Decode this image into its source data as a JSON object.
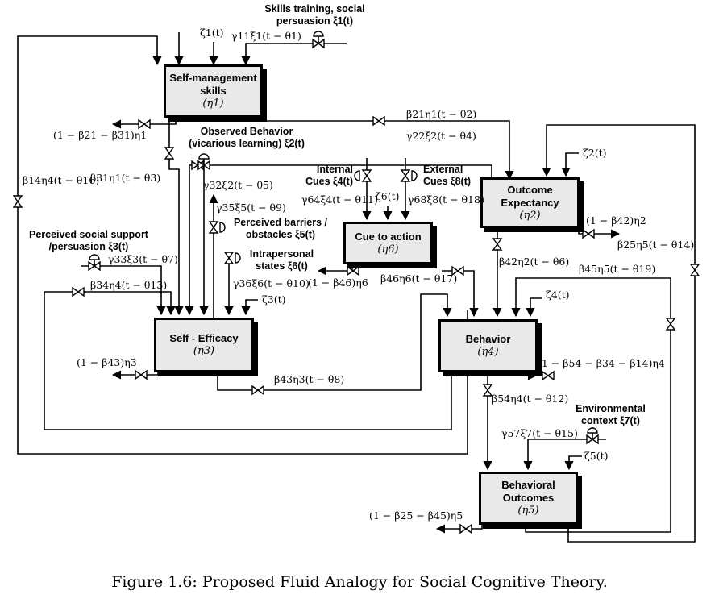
{
  "boxes": {
    "self_management": {
      "title": "Self-management skills",
      "sym": "(η1)"
    },
    "outcome_expectancy": {
      "title": "Outcome Expectancy",
      "sym": "(η2)"
    },
    "self_efficacy": {
      "title": "Self - Efficacy",
      "sym": "(η3)"
    },
    "behavior": {
      "title": "Behavior",
      "sym": "(η4)"
    },
    "behavioral_outcomes": {
      "title": "Behavioral Outcomes",
      "sym": "(η5)"
    },
    "cue_to_action": {
      "title": "Cue to action",
      "sym": "(η6)"
    }
  },
  "inputs": {
    "skills_training": "Skills training, social persuasion ξ1(t)",
    "observed_behavior": "Observed Behavior (vicarious learning) ξ2(t)",
    "internal_cues": "Internal Cues ξ4(t)",
    "external_cues": "External Cues ξ8(t)",
    "perceived_support": "Perceived social support /persuasion ξ3(t)",
    "perceived_barriers": "Perceived barriers / obstacles ξ5(t)",
    "intrapersonal_states": "Intrapersonal states ξ6(t)",
    "environmental_context": "Environmental context ξ7(t)"
  },
  "labels": {
    "zeta1": "ζ1(t)",
    "zeta2": "ζ2(t)",
    "zeta3": "ζ3(t)",
    "zeta4": "ζ4(t)",
    "zeta5": "ζ5(t)",
    "zeta6": "ζ6(t)",
    "g11": "γ11ξ1(t − θ1)",
    "out1": "(1 − β21 − β31)η1",
    "b21": "β21η1(t − θ2)",
    "g22": "γ22ξ2(t − θ4)",
    "b31": "β31η1(t − θ3)",
    "b14": "β14η4(t − θ16)",
    "g32": "γ32ξ2(t − θ5)",
    "g35": "γ35ξ5(t − θ9)",
    "g33": "γ33ξ3(t − θ7)",
    "b34": "β34η4(t − θ13)",
    "g36": "γ36ξ6(t − θ10)",
    "g64": "γ64ξ4(t − θ11)",
    "g68": "γ68ξ8(t − θ18)",
    "out6": "(1 − β46)η6",
    "b46": "β46η6(t − θ17)",
    "out2": "(1 − β42)η2",
    "b25": "β25η5(t − θ14)",
    "b42": "β42η2(t − θ6)",
    "b45": "β45η5(t − θ19)",
    "out3": "(1 − β43)η3",
    "b43": "β43η3(t − θ8)",
    "out4": "(1 − β54 − β34 − β14)η4",
    "b54": "β54η4(t − θ12)",
    "g57": "γ57ξ7(t − θ15)",
    "out5": "(1 − β25 − β45)η5"
  },
  "caption": "Figure 1.6: Proposed Fluid Analogy for Social Cognitive Theory."
}
